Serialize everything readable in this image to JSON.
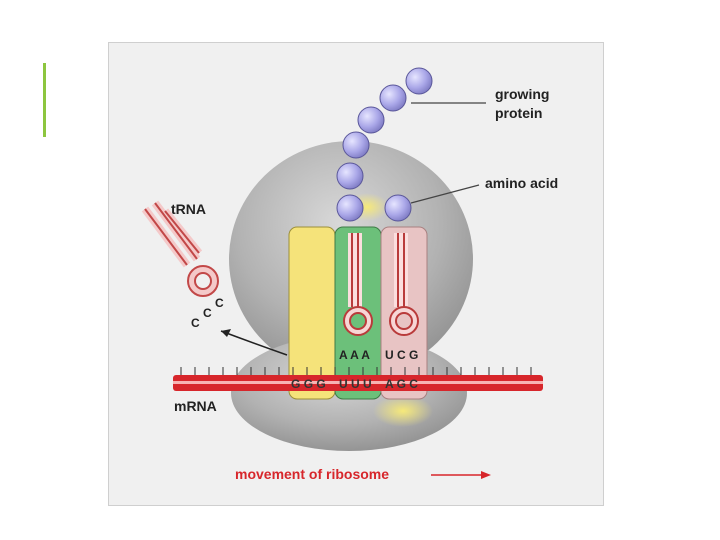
{
  "labels": {
    "growing_protein_line1": "growing",
    "growing_protein_line2": "protein",
    "amino_acid": "amino acid",
    "trna": "tRNA",
    "mrna": "mRNA",
    "movement": "movement of ribosome"
  },
  "anticodons": {
    "free_trna": [
      "C",
      "C",
      "C"
    ],
    "site_middle": [
      "A",
      "A",
      "A"
    ],
    "site_right": [
      "U",
      "C",
      "G"
    ]
  },
  "codons": {
    "left": [
      "G",
      "G",
      "G"
    ],
    "middle": [
      "U",
      "U",
      "U"
    ],
    "right": [
      "A",
      "G",
      "C"
    ]
  },
  "colors": {
    "accent": "#8dc63f",
    "ribosome": "#a9a9a9",
    "site_left": "#f5e37a",
    "site_middle": "#6cc07a",
    "site_right": "#e8c4c4",
    "mrna": "#d7262b",
    "trna": "#d05a5a",
    "amino_acid": "#a9a6e6",
    "movement_text": "#d7262b"
  }
}
